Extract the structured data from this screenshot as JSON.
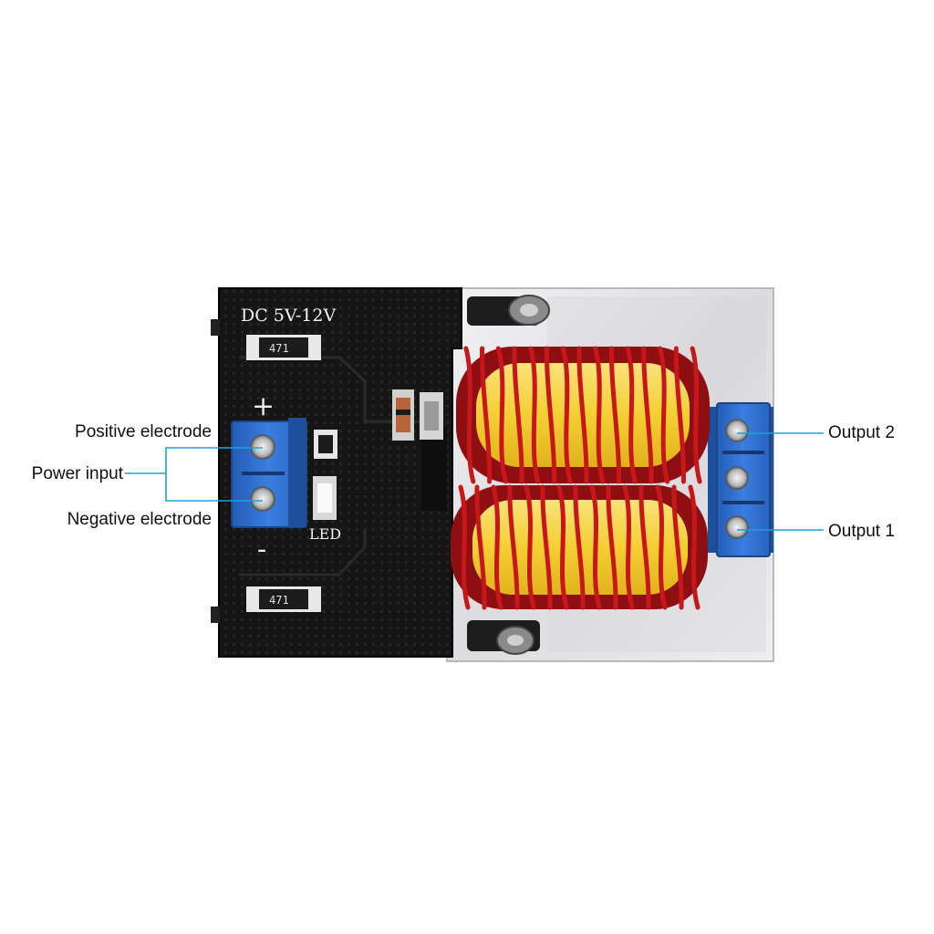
{
  "board": {
    "voltage_label": "DC 5V-12V",
    "plus_sign": "+",
    "minus_sign": "-",
    "led_label": "LED",
    "resistor_code_top": "471",
    "resistor_code_bottom": "471"
  },
  "callouts": {
    "positive_electrode": "Positive electrode",
    "power_input": "Power input",
    "negative_electrode": "Negative electrode",
    "output_2": "Output 2",
    "output_1": "Output 1"
  },
  "colors": {
    "pcb_black": "#151515",
    "aluminum": "#e4e4e6",
    "terminal_blue": "#2f6fcf",
    "copper_wire": "#c8171b",
    "toroid_core": "#f6d84a",
    "leader_line": "#1aa3d9"
  }
}
